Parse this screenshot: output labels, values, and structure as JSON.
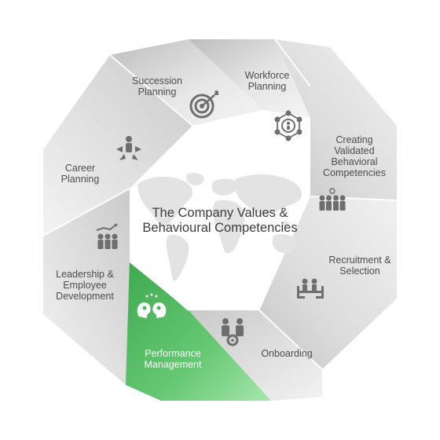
{
  "center_title": "The Company Values &\nBehavioural Competencies",
  "active_stage": "performance",
  "colors": {
    "inactive_fill": "#d9d9d9",
    "active_fill": "#6fcf7c",
    "label_text": "#4d4d4d",
    "icon": "#6e6e6e",
    "map": "#e3e3e3"
  },
  "stages": [
    {
      "id": "succession",
      "label": "Succession\nPlanning",
      "icon": "target-arrow-icon"
    },
    {
      "id": "workforce",
      "label": "Workforce\nPlanning",
      "icon": "network-person-icon"
    },
    {
      "id": "creating",
      "label": "Creating\nValidated\nBehavioral\nCompetencies",
      "icon": "team-lightbulb-icon"
    },
    {
      "id": "recruitment",
      "label": "Recruitment &\nSelection",
      "icon": "meeting-table-icon"
    },
    {
      "id": "onboarding",
      "label": "Onboarding",
      "icon": "people-gear-icon"
    },
    {
      "id": "performance",
      "label": "Performance\nManagement",
      "icon": "heads-idea-icon"
    },
    {
      "id": "leadership",
      "label": "Leadership &\nEmployee\nDevelopment",
      "icon": "growth-team-icon"
    },
    {
      "id": "career",
      "label": "Career\nPlanning",
      "icon": "person-paths-icon"
    }
  ]
}
